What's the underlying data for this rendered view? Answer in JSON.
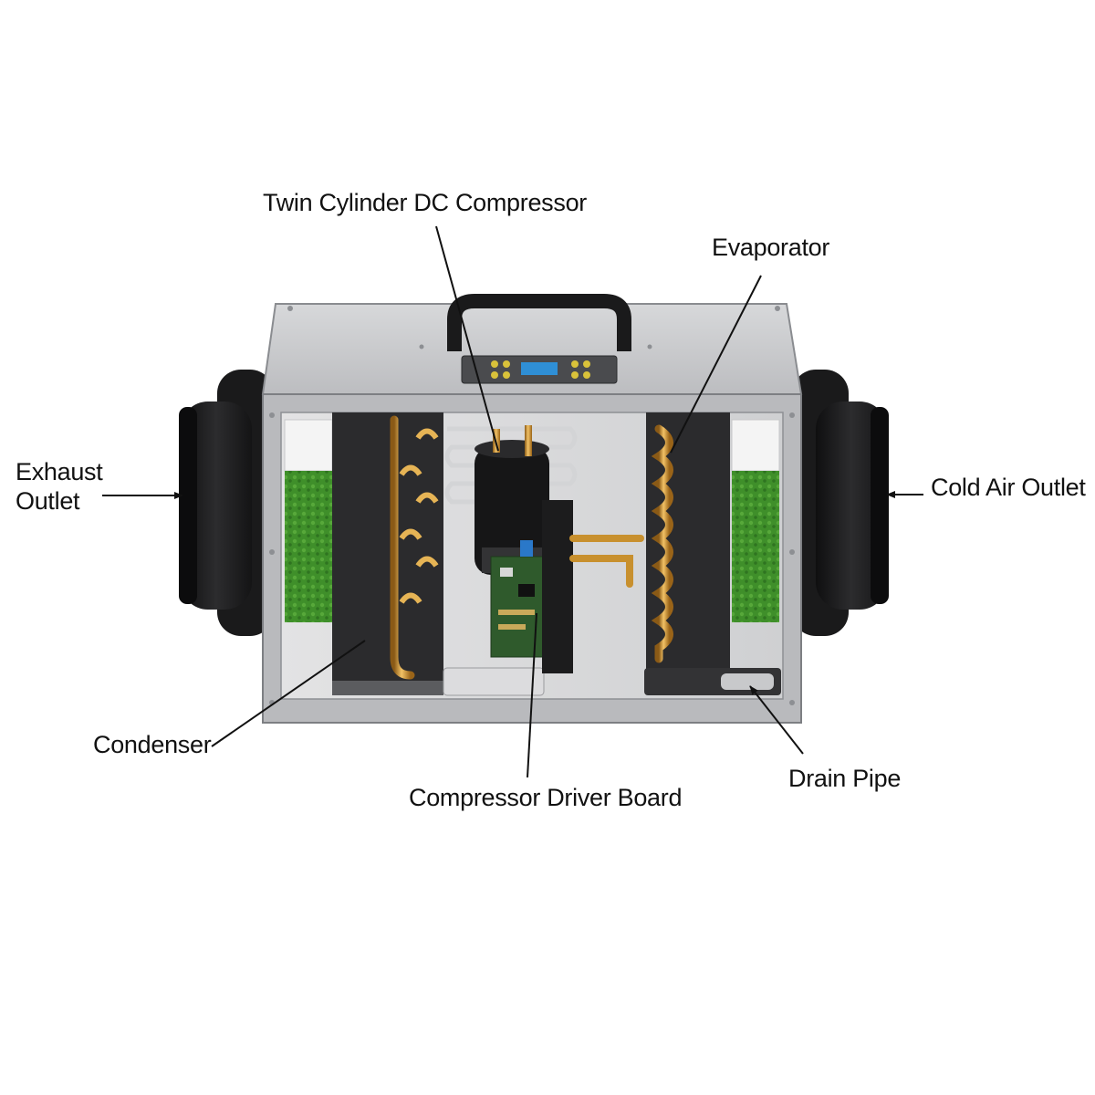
{
  "labels": {
    "compressor": "Twin Cylinder DC Compressor",
    "evaporator": "Evaporator",
    "exhaust_line1": "Exhaust",
    "exhaust_line2": "Outlet",
    "cold_air_outlet": "Cold Air Outlet",
    "condenser": "Condenser",
    "driver_board": "Compressor Driver Board",
    "drain_pipe": "Drain Pipe"
  },
  "colors": {
    "casing": "#c9cacc",
    "casing_edge": "#8a8c90",
    "duct": "#1c1c1e",
    "filter": "#3f8f2a",
    "copper": "#c8902e",
    "coil_block": "#2a2a2c",
    "board": "#2f5a2c",
    "display": "#2f8fd6",
    "text": "#111111"
  }
}
